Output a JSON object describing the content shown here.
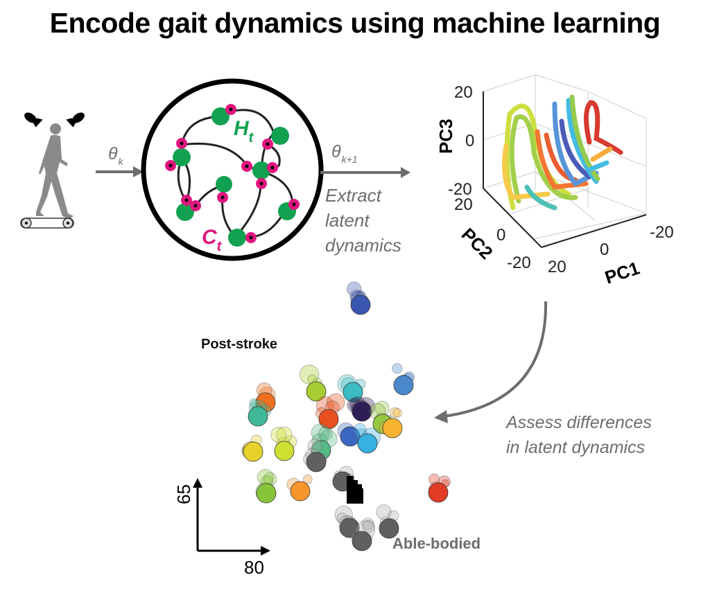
{
  "title": "Encode gait dynamics using machine learning",
  "input_stage": {
    "icons": [
      "camera-icon",
      "camera-icon",
      "walking-person-icon",
      "treadmill-icon"
    ],
    "arrow_label_symbol": "θ",
    "arrow_label_subscript": "k"
  },
  "network": {
    "hidden_label": "H",
    "hidden_subscript": "t",
    "cell_label": "C",
    "cell_subscript": "t",
    "hidden_color": "#12a150",
    "cell_color": "#e0167f",
    "output_label_symbol": "θ",
    "output_label_subscript": "k+1"
  },
  "extract_text": [
    "Extract",
    "latent",
    "dynamics"
  ],
  "pca_plot": {
    "axes": {
      "PC1": {
        "label": "PC1",
        "ticks": [
          "20",
          "0",
          "-20"
        ]
      },
      "PC2": {
        "label": "PC2",
        "ticks": [
          "20",
          "0",
          "-20"
        ]
      },
      "PC3": {
        "label": "PC3",
        "ticks": [
          "20",
          "0",
          "-20"
        ]
      }
    },
    "trajectory_colors": [
      "#d42a1e",
      "#f26b22",
      "#f7a72e",
      "#f6d23d",
      "#d3e12f",
      "#9ccc3a",
      "#3fbcaf",
      "#34b6e0",
      "#4a8bd6",
      "#3b4fb3"
    ]
  },
  "assess_text": [
    "Assess differences",
    "in latent dynamics"
  ],
  "embedding": {
    "group_labels": {
      "post_stroke": "Post-stroke",
      "able_bodied": "Able-bodied"
    },
    "scale_bar": {
      "vertical": "65",
      "horizontal": "80"
    }
  },
  "chart_data": {
    "type": "scatter",
    "title": "",
    "xlabel": "",
    "ylabel": "",
    "scale_bar": {
      "x": 80,
      "y": 65
    },
    "legend": [
      "Post-stroke",
      "Able-bodied"
    ],
    "series": [
      {
        "name": "Post-stroke",
        "color": "#3b56b0",
        "points": [
          [
            520,
            440
          ]
        ]
      },
      {
        "name": "Post-stroke",
        "color": "#a6cd32",
        "points": [
          [
            456,
            565
          ]
        ]
      },
      {
        "name": "Post-stroke",
        "color": "#3dbcc4",
        "points": [
          [
            509,
            566
          ]
        ]
      },
      {
        "name": "Post-stroke",
        "color": "#4b89cd",
        "points": [
          [
            582,
            556
          ]
        ]
      },
      {
        "name": "Post-stroke",
        "color": "#f07021",
        "points": [
          [
            383,
            581
          ]
        ]
      },
      {
        "name": "Post-stroke",
        "color": "#40b898",
        "points": [
          [
            372,
            601
          ]
        ]
      },
      {
        "name": "Post-stroke",
        "color": "#e8501f",
        "points": [
          [
            474,
            605
          ]
        ]
      },
      {
        "name": "Post-stroke",
        "color": "#2d1e57",
        "points": [
          [
            522,
            594
          ]
        ]
      },
      {
        "name": "Post-stroke",
        "color": "#94c841",
        "points": [
          [
            552,
            612
          ]
        ]
      },
      {
        "name": "Post-stroke",
        "color": "#f8b430",
        "points": [
          [
            566,
            618
          ]
        ]
      },
      {
        "name": "Post-stroke",
        "color": "#3c67c0",
        "points": [
          [
            505,
            630
          ]
        ]
      },
      {
        "name": "Post-stroke",
        "color": "#39b0e3",
        "points": [
          [
            530,
            640
          ]
        ]
      },
      {
        "name": "Post-stroke",
        "color": "#e6d22b",
        "points": [
          [
            365,
            652
          ]
        ]
      },
      {
        "name": "Post-stroke",
        "color": "#cfdf32",
        "points": [
          [
            410,
            651
          ]
        ]
      },
      {
        "name": "Post-stroke",
        "color": "#55bb86",
        "points": [
          [
            463,
            650
          ]
        ]
      },
      {
        "name": "Post-stroke",
        "color": "#86c53a",
        "points": [
          [
            384,
            712
          ]
        ]
      },
      {
        "name": "Post-stroke",
        "color": "#f6962c",
        "points": [
          [
            433,
            709
          ]
        ]
      },
      {
        "name": "Post-stroke",
        "color": "#e03c26",
        "points": [
          [
            632,
            711
          ]
        ]
      },
      {
        "name": "Able-bodied",
        "color": "#606060",
        "points": [
          [
            456,
            667
          ],
          [
            494,
            695
          ],
          [
            504,
            762
          ],
          [
            522,
            781
          ],
          [
            561,
            763
          ]
        ]
      },
      {
        "name": "Able-bodied centroid",
        "color": "#000000",
        "points": [
          [
            510,
            705
          ]
        ]
      }
    ]
  }
}
